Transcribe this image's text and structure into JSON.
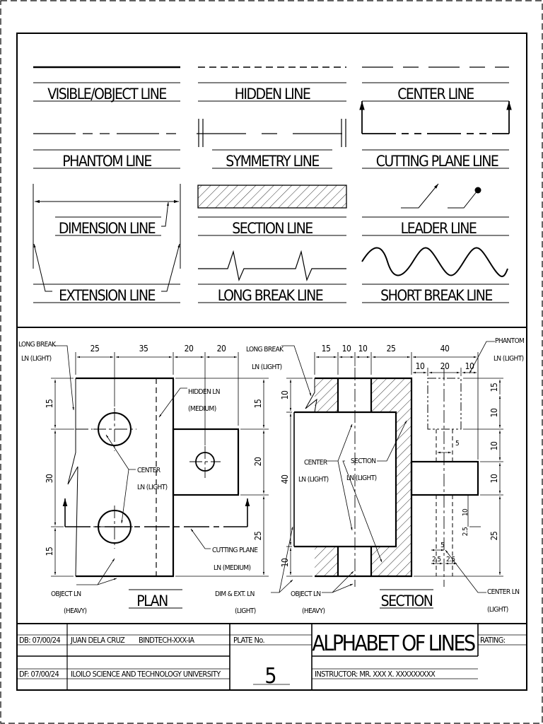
{
  "line_types": {
    "visible": "VISIBLE/OBJECT LINE",
    "hidden": "HIDDEN LINE",
    "center": "CENTER LINE",
    "phantom": "PHANTOM LINE",
    "symmetry": "SYMMETRY LINE",
    "cutting_plane": "CUTTING PLANE LINE",
    "dimension": "DIMENSION LINE",
    "section": "SECTION LINE",
    "leader": "LEADER LINE",
    "extension": "EXTENSION LINE",
    "long_break": "LONG BREAK LINE",
    "short_break": "SHORT BREAK LINE"
  },
  "plan": {
    "title": "PLAN",
    "dims_top": [
      "25",
      "35",
      "20",
      "20"
    ],
    "dims_left": [
      "15",
      "30",
      "15"
    ],
    "dims_right": [
      "15",
      "20",
      "25"
    ],
    "labels": {
      "long_break_1": "LONG BREAK",
      "long_break_2": "LN (LIGHT)",
      "hidden_1": "HIDDEN LN",
      "hidden_2": "(MEDIUM)",
      "center_1": "CENTER",
      "center_2": "LN (LIGHT)",
      "cutting_1": "CUTTING PLANE",
      "cutting_2": "LN (MEDIUM)",
      "object_1": "OBJECT LN",
      "object_2": "(HEAVY)"
    }
  },
  "section_view": {
    "title": "SECTION",
    "dims_top": [
      "15",
      "10",
      "10",
      "25",
      "40"
    ],
    "dims_top_inner": [
      "10",
      "20",
      "10"
    ],
    "dims_left": [
      "10",
      "40",
      "10"
    ],
    "dims_right": [
      "15",
      "10",
      "10",
      "10",
      "25"
    ],
    "dims_small": [
      "5",
      "10",
      "2.5",
      "5",
      "2.5",
      "2.5"
    ],
    "labels": {
      "long_break_1": "LONG BREAK",
      "long_break_2": "LN (LIGHT)",
      "phantom_1": "PHANTOM",
      "phantom_2": "LN (LIGHT)",
      "center_1": "CENTER",
      "center_2": "LN (LIGHT)",
      "section_1": "SECTION",
      "section_2": "LN (LIGHT)",
      "dim_1": "DIM & EXT. LN",
      "dim_2": "(LIGHT)",
      "object_1": "OBJECT LN",
      "object_2": "(HEAVY)",
      "center_r1": "CENTER LN",
      "center_r2": "(LIGHT)"
    }
  },
  "title_block": {
    "db": "DB: 07/00/24",
    "name": "JUAN DELA CRUZ",
    "course": "BINDTECH-XXX-IA",
    "df": "DF: 07/00/24",
    "school": "ILOILO SCIENCE AND TECHNOLOGY UNIVERSITY",
    "plate_label": "PLATE No.",
    "plate_no": "5",
    "title": "ALPHABET OF LINES",
    "rating": "RATING:",
    "instructor": "INSTRUCTOR: MR. XXX X. XXXXXXXXX"
  }
}
